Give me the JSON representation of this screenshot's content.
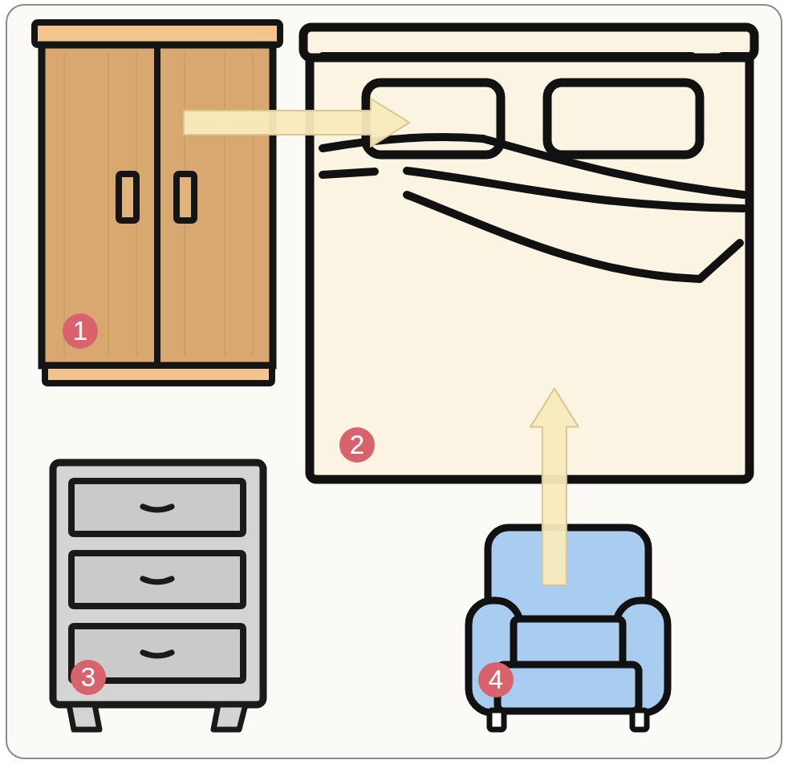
{
  "diagram": {
    "nodes": [
      {
        "text": [
          "1"
        ]
      },
      {
        "text": [
          "2"
        ]
      },
      {
        "text": [
          "3"
        ]
      },
      {
        "text": [
          "4"
        ]
      }
    ],
    "edges": [
      {
        "from": 0,
        "to": 1,
        "arrow": "to"
      },
      {
        "from": 3,
        "to": 1,
        "arrow": "to"
      }
    ]
  }
}
